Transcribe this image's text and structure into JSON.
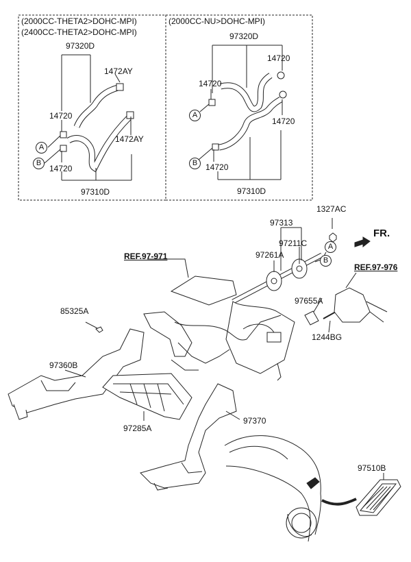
{
  "variants": {
    "left_line1": "(2000CC-THETA2>DOHC-MPI)",
    "left_line2": "(2400CC-THETA2>DOHC-MPI)",
    "right_line1": "(2000CC-NU>DOHC-MPI)"
  },
  "left_box": {
    "upper_hose": "97320D",
    "clamp_upper": "1472AY",
    "clamp_lower": "1472AY",
    "clamp_a": "14720",
    "clamp_b": "14720",
    "lower_hose": "97310D",
    "marker_a": "A",
    "marker_b": "B"
  },
  "right_box": {
    "upper_hose": "97320D",
    "clamp_top": "14720",
    "clamp_a": "14720",
    "clamp_right": "14720",
    "clamp_b": "14720",
    "lower_hose": "97310D",
    "marker_a": "A",
    "marker_b": "B"
  },
  "main": {
    "pipe_assy": "97313",
    "nut": "1327AC",
    "fitting": "97211C",
    "gasket": "97261A",
    "ref_left": "REF.97-971",
    "ref_right": "REF.97-976",
    "front": "FR.",
    "grommet": "97655A",
    "bolt": "1244BG",
    "screw": "85325A",
    "duct_left": "97360B",
    "cover": "97285A",
    "duct_rear": "97370",
    "vent_grille": "97510B",
    "marker_a": "A",
    "marker_b": "B"
  },
  "colors": {
    "line": "#222222",
    "background": "#ffffff"
  }
}
